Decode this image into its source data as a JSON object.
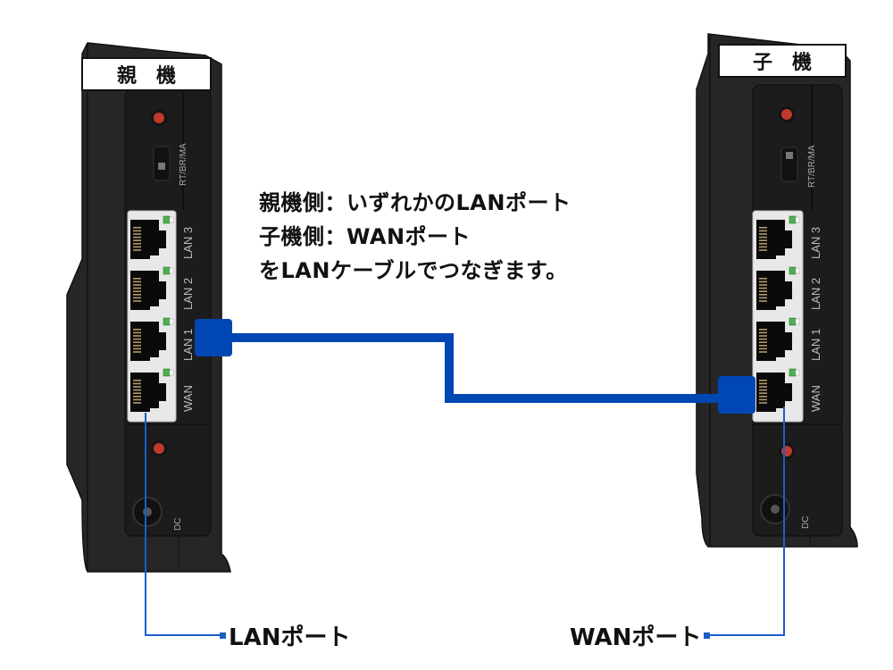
{
  "devices": [
    {
      "id": "parent",
      "name_label": "親　機",
      "mode_switch_label": "RT/BR/MA",
      "ports": [
        "LAN 3",
        "LAN 2",
        "LAN 1",
        "WAN"
      ],
      "power_label": "DC",
      "connected_port": "LAN 1"
    },
    {
      "id": "child",
      "name_label": "子　機",
      "mode_switch_label": "RT/BR/MA",
      "ports": [
        "LAN 3",
        "LAN 2",
        "LAN 1",
        "WAN"
      ],
      "power_label": "DC",
      "connected_port": "WAN"
    }
  ],
  "instructions": [
    "親機側：いずれかのLANポート",
    "子機側：WANポート",
    "をLANケーブルでつなぎます。"
  ],
  "callouts": {
    "left": "LANポート",
    "right": "WANポート"
  },
  "colors": {
    "cable": "#0047b3",
    "callout_line": "#1a5fc8",
    "device_body": "#2a2a2a",
    "port_led": "#4caf50",
    "button_red": "#c0392b"
  }
}
